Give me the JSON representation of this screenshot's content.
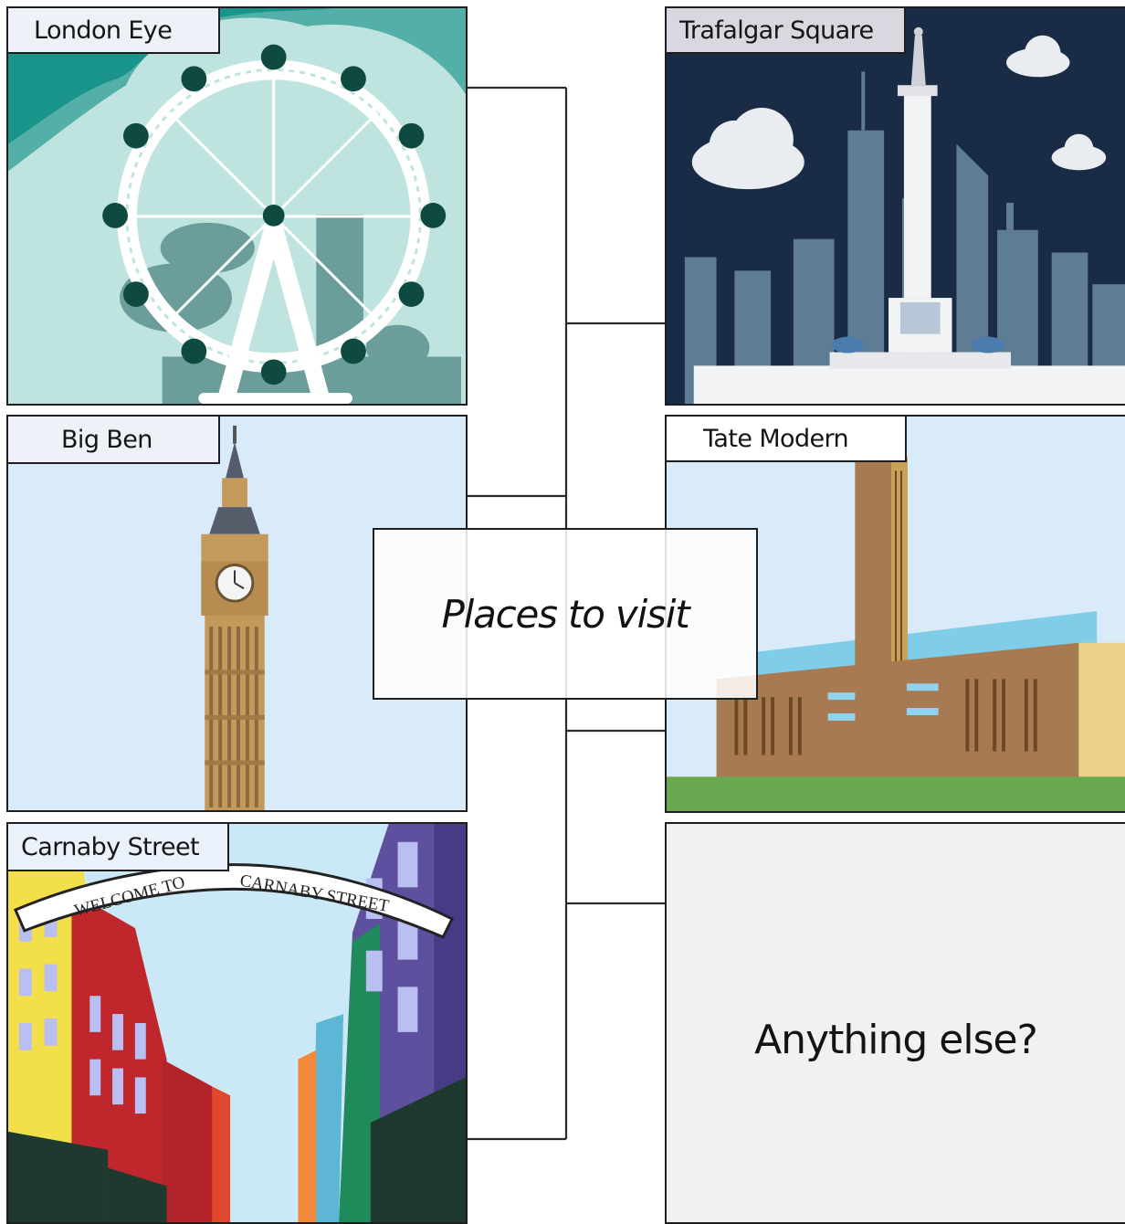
{
  "title": "Places to visit",
  "places": [
    {
      "label": "London Eye"
    },
    {
      "label": "Trafalgar Square"
    },
    {
      "label": "Big Ben"
    },
    {
      "label": "Tate Modern"
    },
    {
      "label": "Carnaby Street"
    }
  ],
  "prompt": "Anything else?",
  "sign": {
    "left_text": "WELCOME TO",
    "right_text": "CARNABY STREET"
  },
  "colors": {
    "connector": "#2a2a2a",
    "london_teal": "#19948a",
    "london_bg": "#bfe3df",
    "trafalgar_sky": "#1a2c45",
    "skyline": "#5f7c95",
    "pale_sky": "#d9ebf8",
    "bigben_stone": "#c49a5c",
    "tate_brick": "#a77a52",
    "grass": "#6aa84f",
    "carnaby_red": "#c0272d",
    "carnaby_purple": "#5e4f9f",
    "carnaby_yellow": "#f2df4a"
  }
}
